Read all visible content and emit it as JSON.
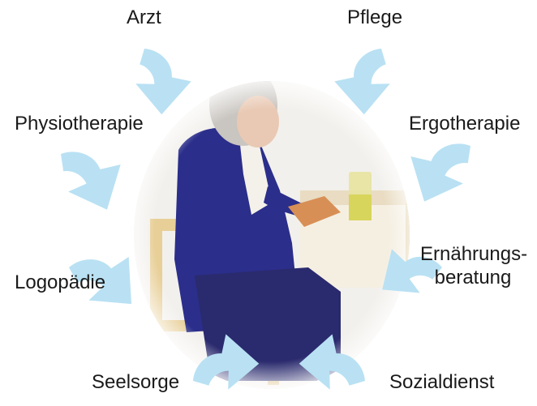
{
  "labels": {
    "arzt": "Arzt",
    "pflege": "Pflege",
    "physiotherapie": "Physiotherapie",
    "ergotherapie": "Ergotherapie",
    "logopaedie": "Logopädie",
    "ernaehrungsberatung_line1": "Ernährungs-",
    "ernaehrungsberatung_line2": "beratung",
    "seelsorge": "Seelsorge",
    "sozialdienst": "Sozialdienst"
  },
  "colors": {
    "arrow": "#b9e1f3",
    "text": "#1a1a1a",
    "photo_vignette": "#ffffff"
  },
  "center_image": "photo of an elderly woman seated in a wooden chair reading at a table"
}
